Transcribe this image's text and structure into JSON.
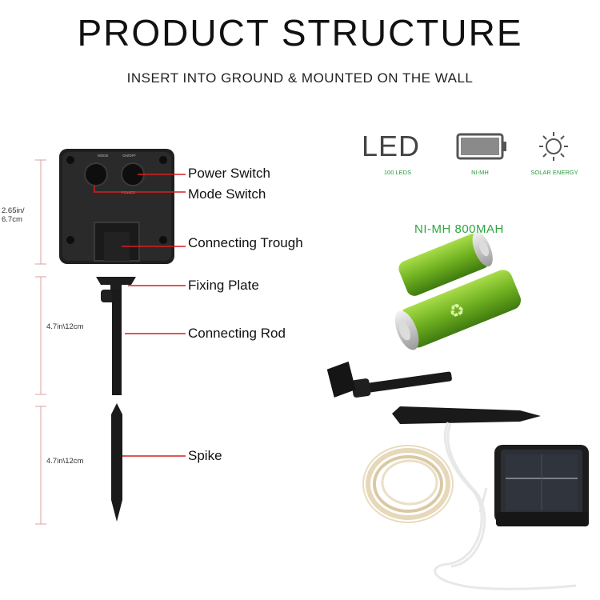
{
  "header": {
    "title": "PRODUCT STRUCTURE",
    "subtitle": "INSERT INTO GROUND & MOUNTED ON THE WALL"
  },
  "panel_box": {
    "mode_label": "MODE",
    "onoff_label": "ON/OFF",
    "power_label": "POWER"
  },
  "dimensions": {
    "panel_size": "2.65in/\n6.7cm",
    "rod_length": "4.7in\\12cm",
    "spike_length": "4.7in\\12cm"
  },
  "parts": {
    "power_switch": "Power Switch",
    "mode_switch": "Mode Switch",
    "connecting_trough": "Connecting Trough",
    "fixing_plate": "Fixing Plate",
    "connecting_rod": "Connecting Rod",
    "spike": "Spike"
  },
  "specs": {
    "led_big": "LED",
    "led_caption": "100 LEDS",
    "battery_caption": "NI-MH",
    "solar_caption": "SOLAR ENERGY"
  },
  "battery": {
    "title": "NI-MH 800MAH"
  },
  "colors": {
    "leader_line": "#d62020",
    "dimension_line": "#d9a0a0",
    "accent_green": "#2fa641",
    "battery_green": "#7cbf2a"
  }
}
